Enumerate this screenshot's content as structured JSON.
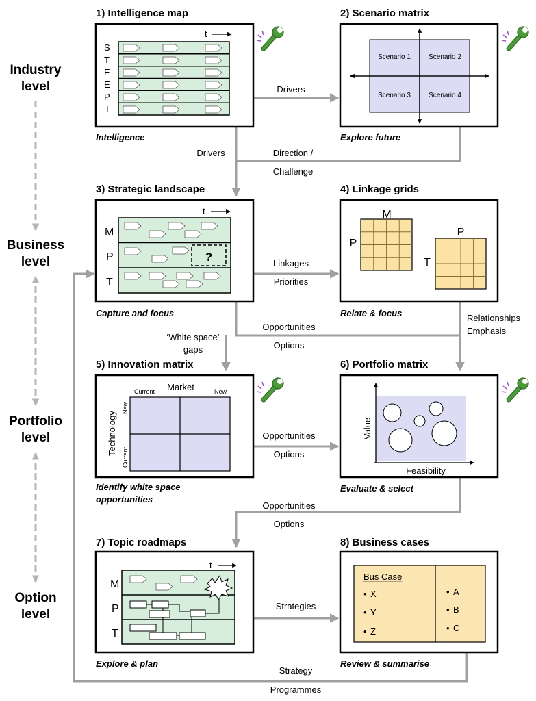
{
  "levels": [
    "Industry level",
    "Business level",
    "Portfolio level",
    "Option level"
  ],
  "level_lines": [
    [
      "Industry",
      "level"
    ],
    [
      "Business",
      "level"
    ],
    [
      "Portfolio",
      "level"
    ],
    [
      "Option",
      "level"
    ]
  ],
  "panels": {
    "p1": {
      "title": "1) Intelligence map",
      "caption": "Intelligence",
      "rows": [
        "S",
        "T",
        "E",
        "E",
        "P",
        "I"
      ],
      "time": "t"
    },
    "p2": {
      "title": "2) Scenario matrix",
      "caption": "Explore future",
      "cells": [
        "Scenario 1",
        "Scenario 2",
        "Scenario 3",
        "Scenario 4"
      ]
    },
    "p3": {
      "title": "3) Strategic landscape",
      "caption": "Capture and focus",
      "rows": [
        "M",
        "P",
        "T"
      ],
      "question": "?",
      "time": "t"
    },
    "p4": {
      "title": "4) Linkage grids",
      "caption": "Relate & focus",
      "grid1": {
        "top": "M",
        "left": "P"
      },
      "grid2": {
        "top": "P",
        "left": "T"
      }
    },
    "p5": {
      "title": "5) Innovation matrix",
      "caption": [
        "Identify white space",
        "opportunities"
      ],
      "market": "Market",
      "technology": "Technology",
      "current": "Current",
      "new": "New"
    },
    "p6": {
      "title": "6) Portfolio matrix",
      "caption": "Evaluate & select",
      "xlabel": "Feasibility",
      "ylabel": "Value"
    },
    "p7": {
      "title": "7) Topic roadmaps",
      "caption": "Explore & plan",
      "rows": [
        "M",
        "P",
        "T"
      ],
      "time": "t"
    },
    "p8": {
      "title": "8) Business cases",
      "caption": "Review & summarise",
      "heading": "Bus Case",
      "left_items": [
        "X",
        "Y",
        "Z"
      ],
      "right_items": [
        "A",
        "B",
        "C"
      ]
    }
  },
  "flows": {
    "drivers_1_2": "Drivers",
    "drivers_down": "Drivers",
    "direction": "Direction /",
    "challenge": "Challenge",
    "linkages": "Linkages",
    "priorities": "Priorities",
    "opportunities_a": "Opportunities",
    "options_a": "Options",
    "relationships": "Relationships",
    "emphasis": "Emphasis",
    "white_space": "‘White space’",
    "gaps": "gaps",
    "opportunities_b": "Opportunities",
    "options_b": "Options",
    "opportunities_c": "Opportunities",
    "options_c": "Options",
    "strategies": "Strategies",
    "strategy": "Strategy",
    "programmes": "Programmes"
  },
  "colors": {
    "grid_green": "#d8eedd",
    "scenario_fill": "#dcdcf4",
    "linkage_fill": "#fbe3a6",
    "case_fill": "#fbe6b3",
    "arrow_grey": "#a0a0a0",
    "tool_green": "#4c9a3c",
    "tool_purple": "#a050c8"
  }
}
